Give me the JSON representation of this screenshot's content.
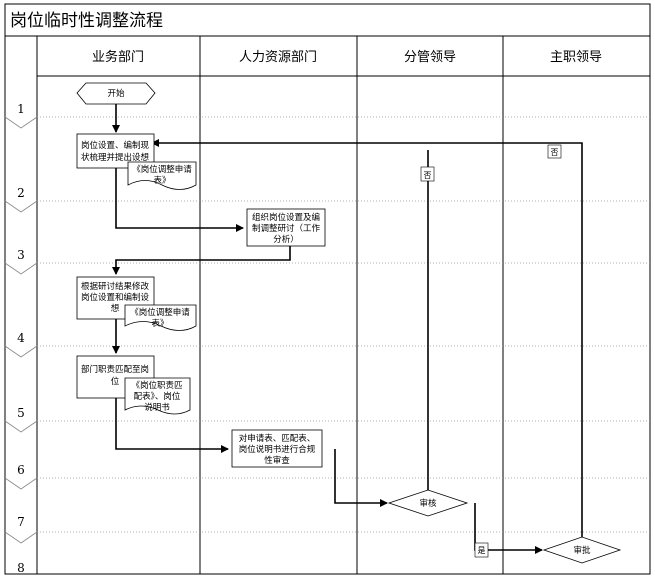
{
  "title": "岗位临时性调整流程",
  "lanes": [
    "业务部门",
    "人力资源部门",
    "分管领导",
    "主职领导"
  ],
  "rows": [
    "1",
    "2",
    "3",
    "4",
    "5",
    "6",
    "7",
    "8"
  ],
  "nodes": {
    "start": "开始",
    "step1": [
      "岗位设置、编制现",
      "状梳理并提出设想"
    ],
    "doc1": [
      "《岗位调整申请",
      "表》"
    ],
    "step2": [
      "组织岗位设置及编",
      "制调整研讨（工作",
      "分析）"
    ],
    "step3": [
      "根据研讨结果修改",
      "岗位设置和编制设",
      "想"
    ],
    "doc3": [
      "《岗位调整申请",
      "表》"
    ],
    "step4": [
      "部门职责匹配至岗",
      "位"
    ],
    "doc4": [
      "《岗位职责匹",
      "配表》、岗位",
      "说明书"
    ],
    "step5": [
      "对申请表、匹配表、",
      "岗位说明书进行合规",
      "性审查"
    ],
    "review": "审核",
    "approve": "审批"
  },
  "edge_labels": {
    "review_no": "否",
    "approve_no": "否",
    "review_yes": "是"
  }
}
